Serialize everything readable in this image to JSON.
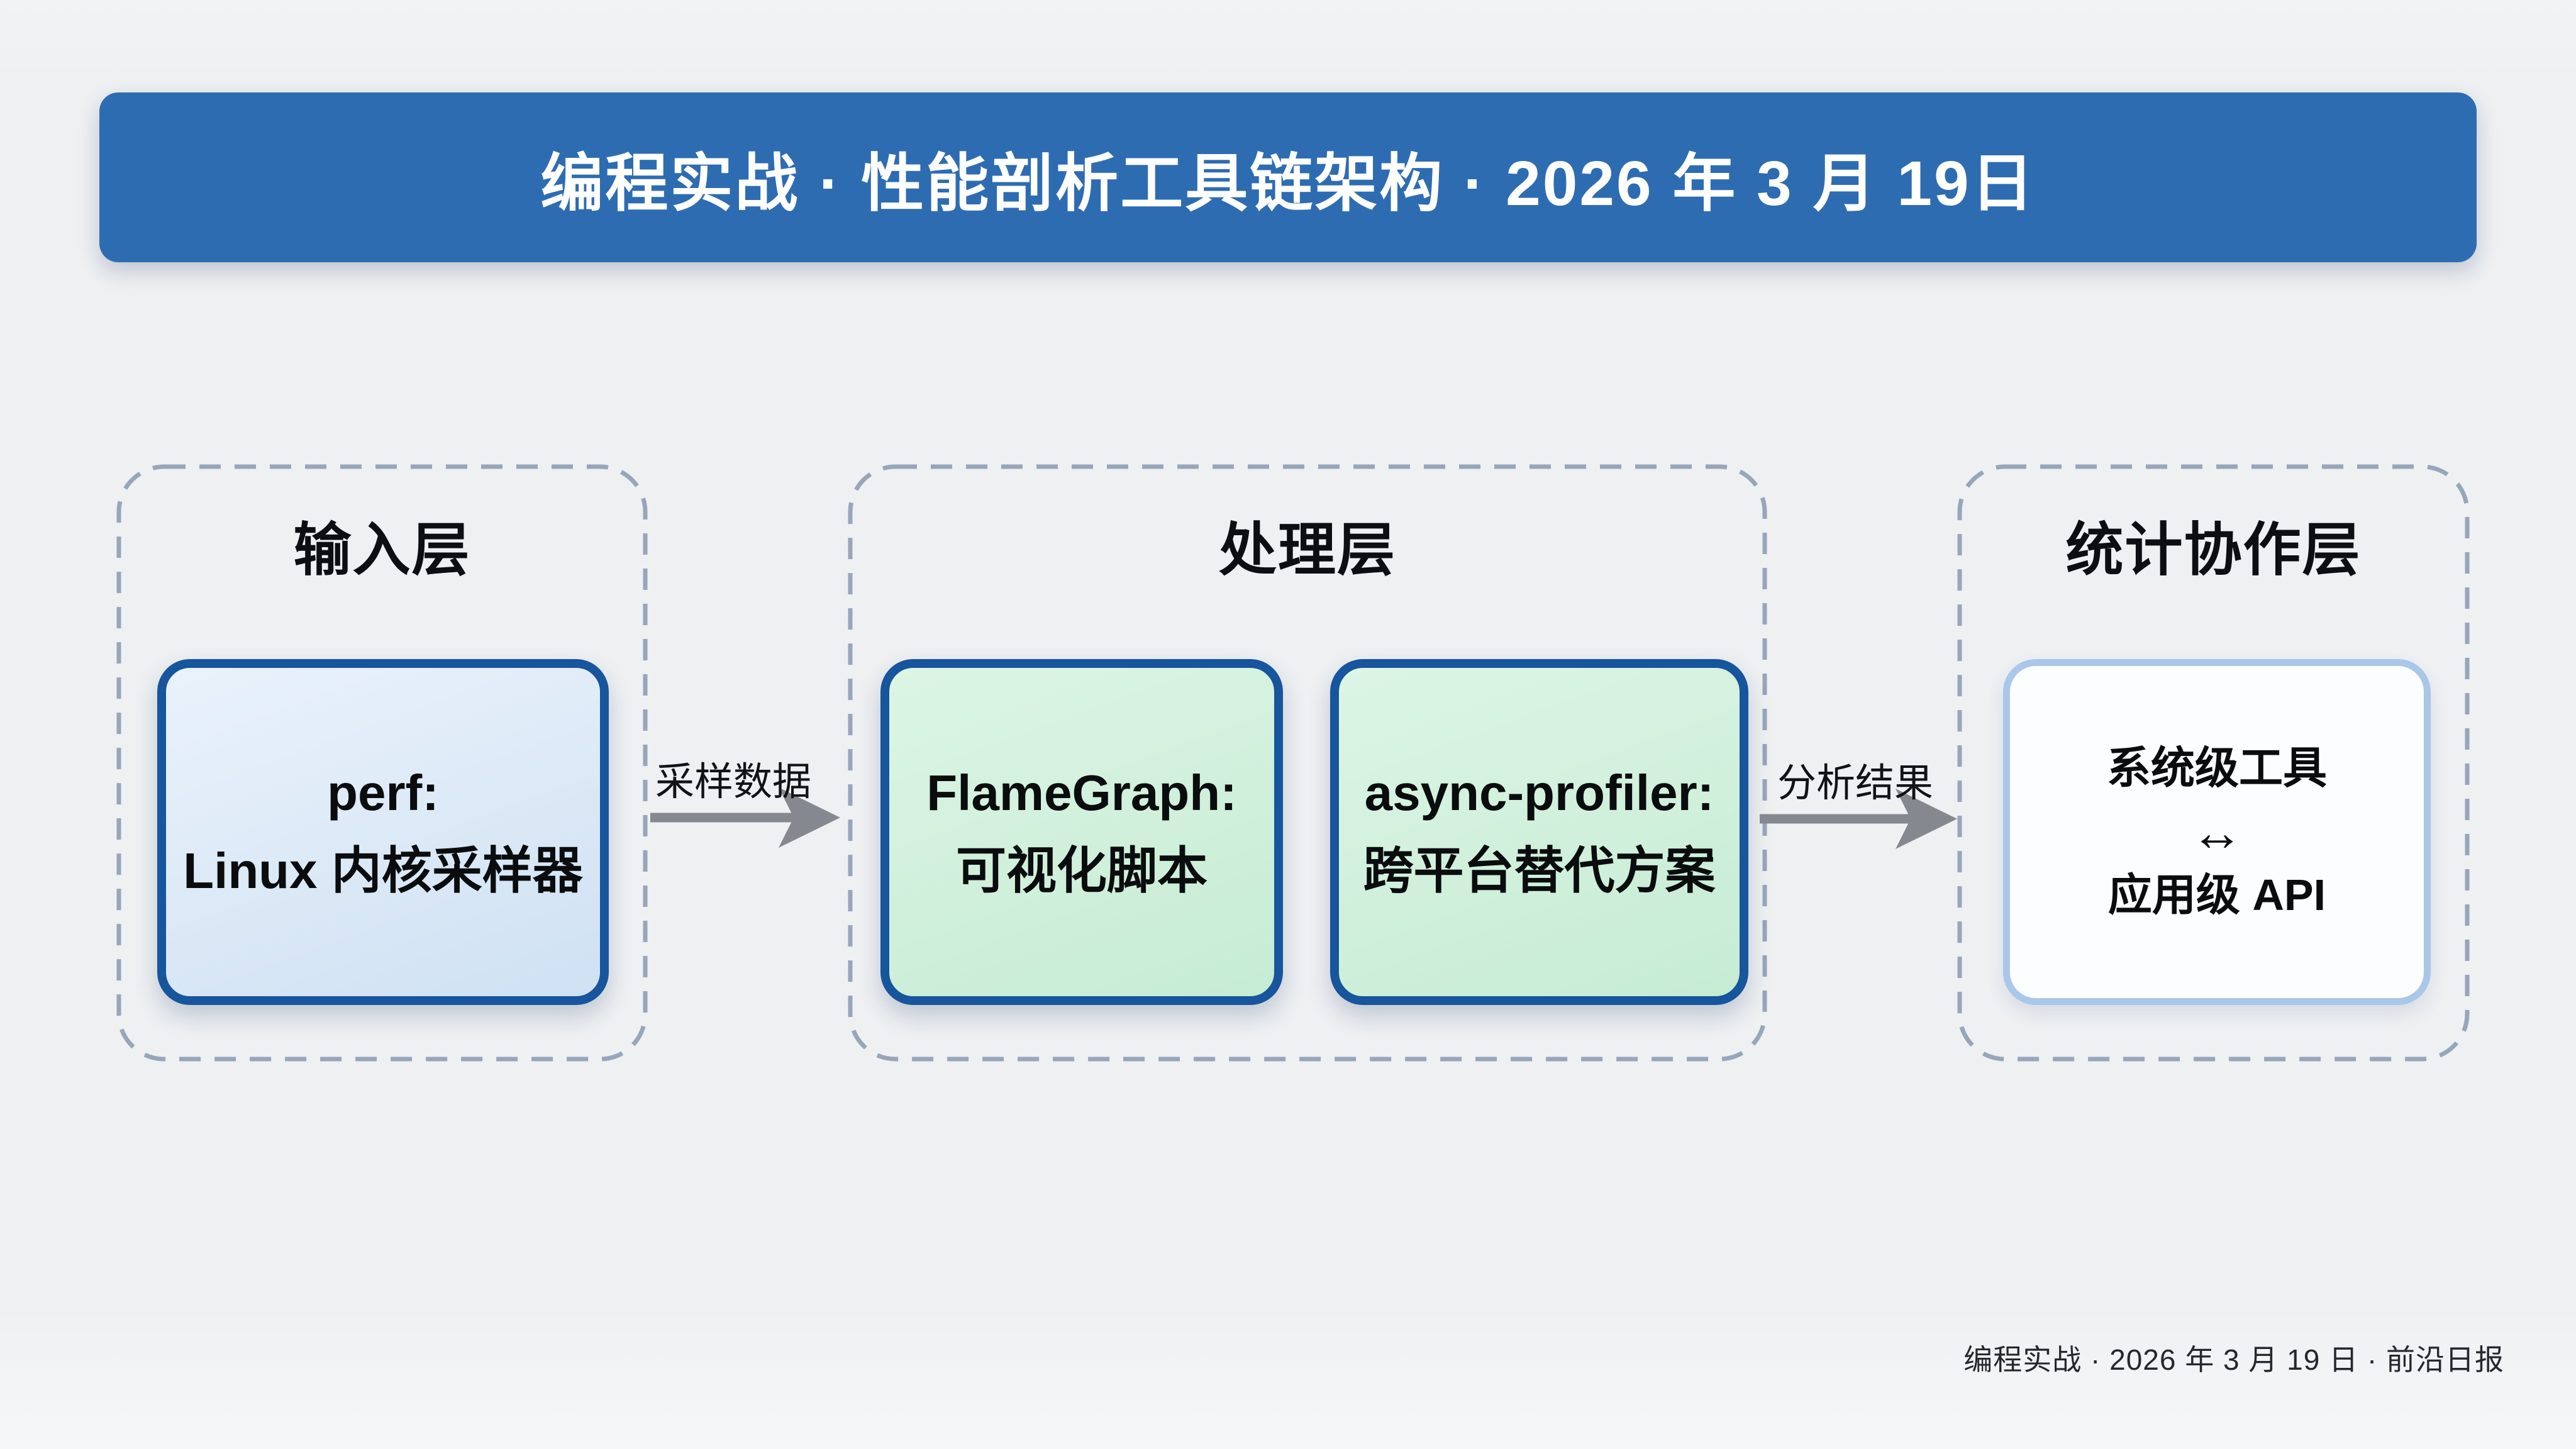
{
  "header": {
    "title": "编程实战 · 性能剖析工具链架构 · 2026 年 3 月 19日"
  },
  "layers": {
    "input": {
      "title": "输入层",
      "node": {
        "line1": "perf:",
        "line2": "Linux 内核采样器"
      }
    },
    "processing": {
      "title": "处理层",
      "nodes": [
        {
          "line1": "FlameGraph:",
          "line2": "可视化脚本"
        },
        {
          "line1": "async-profiler:",
          "line2": "跨平台替代方案"
        }
      ]
    },
    "collaboration": {
      "title": "统计协作层",
      "node": {
        "line1": "系统级工具",
        "connector": "↔",
        "line2": "应用级 API"
      }
    }
  },
  "flows": [
    {
      "label": "采样数据"
    },
    {
      "label": "分析结果"
    }
  ],
  "footer": {
    "text": "编程实战 · 2026 年 3 月 19 日 · 前沿日报"
  },
  "colors": {
    "banner": "#2e6cb2",
    "node_border": "#17559c",
    "node_blue_fill": "#d8e7f6",
    "node_green_fill": "#cdeeda",
    "soft_box_border": "#a9c7e9",
    "dashed_border": "#97a6ba",
    "arrow": "#85898f",
    "background": "#eef0f2",
    "banner_text": "#ffffff"
  }
}
